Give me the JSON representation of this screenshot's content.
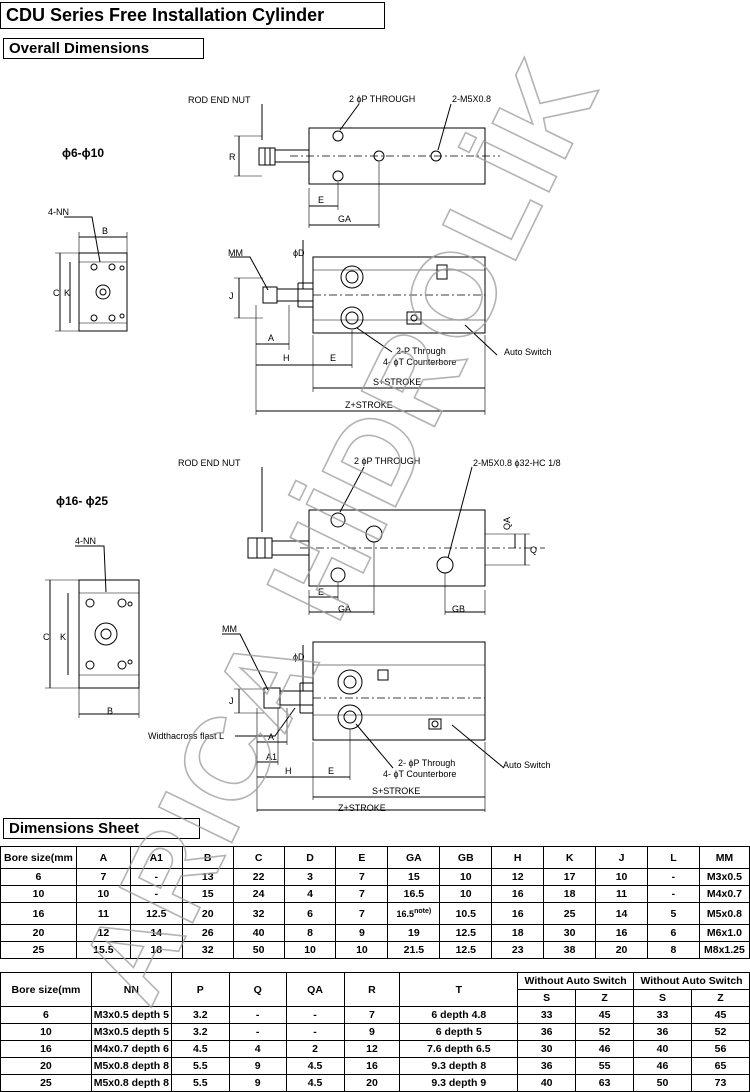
{
  "title": "CDU Series Free Installation Cylinder",
  "sections": {
    "overall": "Overall Dimensions",
    "sheet": "Dimensions Sheet"
  },
  "watermark": "ARICA HİDROLİK",
  "drawing1": {
    "range": "ϕ6-ϕ10",
    "rod_end_nut": "ROD END NUT",
    "p_through": "2 ϕP THROUGH",
    "m5": "2-M5X0.8",
    "nn": "4-NN",
    "mm": "MM",
    "p_through2": "2-P Through",
    "counterbore": "4- ϕT Counterbore",
    "auto_switch": "Auto Switch",
    "s_stroke": "S+STROKE",
    "z_stroke": "Z+STROKE",
    "lbl_R": "R",
    "lbl_E": "E",
    "lbl_GA": "GA",
    "lbl_B": "B",
    "lbl_C": "C",
    "lbl_K": "K",
    "lbl_D": "ϕD",
    "lbl_J": "J",
    "lbl_A": "A",
    "lbl_H": "H",
    "lbl_E2": "E"
  },
  "drawing2": {
    "range": "ϕ16- ϕ25",
    "rod_end_nut": "ROD END NUT",
    "p_through": "2 ϕP THROUGH",
    "m5": "2-M5X0.8 ϕ32-HC 1/8",
    "nn": "4-NN",
    "mm": "MM",
    "width_across": "Widthacross flast L",
    "p_through2": "2- ϕP Through",
    "counterbore": "4- ϕT Counterbore",
    "auto_switch": "Auto Switch",
    "s_stroke": "S+STROKE",
    "z_stroke": "Z+STROKE",
    "lbl_QA": "QA",
    "lbl_Q": "Q",
    "lbl_E": "E",
    "lbl_GA": "GA",
    "lbl_GB": "GB",
    "lbl_C": "C",
    "lbl_K": "K",
    "lbl_B": "B",
    "lbl_D": "ϕD",
    "lbl_J": "J",
    "lbl_A": "A",
    "lbl_A1": "A1",
    "lbl_H": "H",
    "lbl_E2": "E"
  },
  "table1": {
    "headers": [
      "Bore size(mm",
      "A",
      "A1",
      "B",
      "C",
      "D",
      "E",
      "GA",
      "GB",
      "H",
      "K",
      "J",
      "L",
      "MM"
    ],
    "rows": [
      [
        "6",
        "7",
        "-",
        "13",
        "22",
        "3",
        "7",
        "15",
        "10",
        "12",
        "17",
        "10",
        "-",
        "M3x0.5"
      ],
      [
        "10",
        "10",
        "-",
        "15",
        "24",
        "4",
        "7",
        "16.5",
        "10",
        "16",
        "18",
        "11",
        "-",
        "M4x0.7"
      ],
      [
        "16",
        "11",
        "12.5",
        "20",
        "32",
        "6",
        "7",
        "16.5",
        "10.5",
        "16",
        "25",
        "14",
        "5",
        "M5x0.8"
      ],
      [
        "20",
        "12",
        "14",
        "26",
        "40",
        "8",
        "9",
        "19",
        "12.5",
        "18",
        "30",
        "16",
        "6",
        "M6x1.0"
      ],
      [
        "25",
        "15.5",
        "18",
        "32",
        "50",
        "10",
        "10",
        "21.5",
        "12.5",
        "23",
        "38",
        "20",
        "8",
        "M8x1.25"
      ]
    ],
    "note": "note)"
  },
  "table2": {
    "headers": [
      "Bore size(mm",
      "NN",
      "P",
      "Q",
      "QA",
      "R",
      "T"
    ],
    "group1": "Without Auto Switch",
    "group2": "Without Auto Switch",
    "sub": [
      "S",
      "Z",
      "S",
      "Z"
    ],
    "rows": [
      [
        "6",
        "M3x0.5 depth 5",
        "3.2",
        "-",
        "-",
        "7",
        "6 depth 4.8",
        "33",
        "45",
        "33",
        "45"
      ],
      [
        "10",
        "M3x0.5 depth 5",
        "3.2",
        "-",
        "-",
        "9",
        "6 depth 5",
        "36",
        "52",
        "36",
        "52"
      ],
      [
        "16",
        "M4x0.7 depth 6",
        "4.5",
        "4",
        "2",
        "12",
        "7.6 depth 6.5",
        "30",
        "46",
        "40",
        "56"
      ],
      [
        "20",
        "M5x0.8 depth 8",
        "5.5",
        "9",
        "4.5",
        "16",
        "9.3 depth 8",
        "36",
        "55",
        "46",
        "65"
      ],
      [
        "25",
        "M5x0.8 depth 8",
        "5.5",
        "9",
        "4.5",
        "20",
        "9.3 depth 9",
        "40",
        "63",
        "50",
        "73"
      ]
    ]
  }
}
